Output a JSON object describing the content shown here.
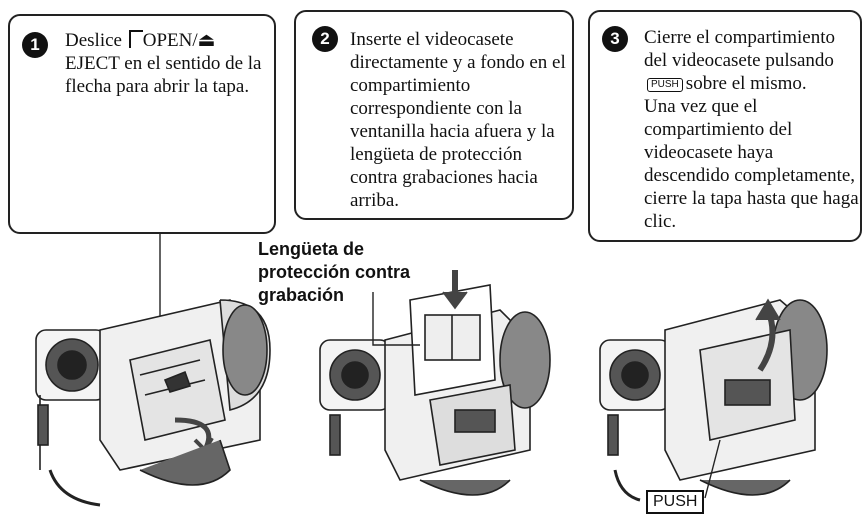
{
  "steps": [
    {
      "number": "1",
      "prefix": "Deslice",
      "rest_line1": "OPEN/",
      "eject_symbol": "⏏",
      "rest": "EJECT en el sentido de la flecha para abrir la tapa."
    },
    {
      "number": "2",
      "text": "Inserte el videocasete directamente y a fondo en el compartimiento correspondiente con la ventanilla hacia afuera y la lengüeta de protección contra grabaciones hacia arriba."
    },
    {
      "number": "3",
      "text_a": "Cierre el compartimiento del videocasete pulsando",
      "push_badge": "PUSH",
      "text_b": "sobre el mismo.",
      "text_c": "Una vez que el compartimiento del videocasete haya descendido completamente, cierre la tapa hasta que haga clic."
    }
  ],
  "label_tab": "Lengüeta de protección contra grabación",
  "push_label": "PUSH"
}
